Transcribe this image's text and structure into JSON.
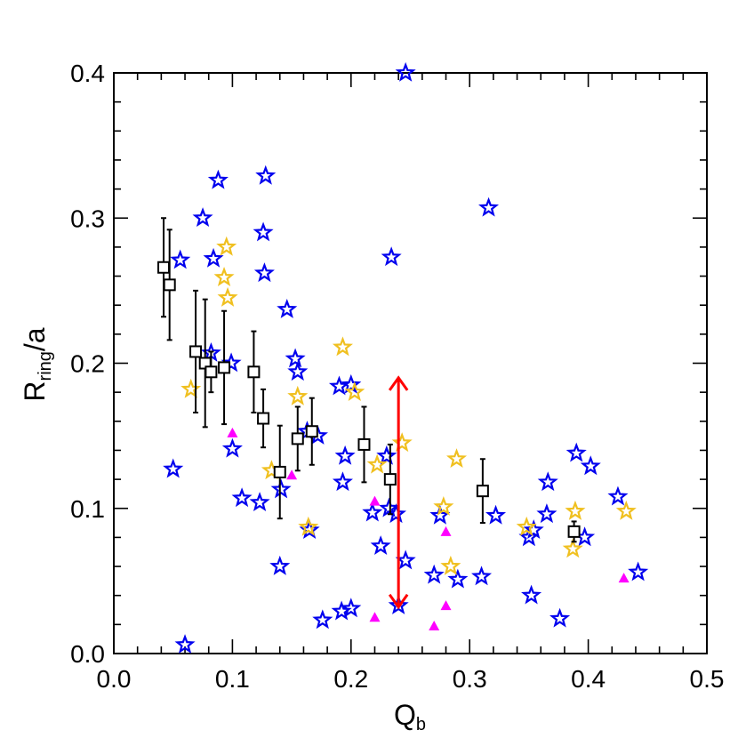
{
  "chart_data": {
    "type": "scatter",
    "title": "",
    "xlabel": {
      "main": "Q",
      "sub": "b"
    },
    "ylabel": {
      "main": "R",
      "sub": "ring",
      "tail": "/a"
    },
    "xlim": [
      0.0,
      0.5
    ],
    "ylim": [
      0.0,
      0.4
    ],
    "xticks": [
      "0.0",
      "0.1",
      "0.2",
      "0.3",
      "0.4",
      "0.5"
    ],
    "yticks": [
      "0.0",
      "0.1",
      "0.2",
      "0.3",
      "0.4"
    ],
    "grid": false,
    "colors": {
      "blue": "#0000ee",
      "gold": "#f0c020",
      "magenta": "#ff00ff",
      "red": "#ff0000",
      "black": "#000000"
    },
    "series": [
      {
        "marker": "open-star",
        "color": "#0000ee",
        "points": [
          [
            0.05,
            0.127
          ],
          [
            0.056,
            0.271
          ],
          [
            0.06,
            0.006
          ],
          [
            0.075,
            0.3
          ],
          [
            0.082,
            0.207
          ],
          [
            0.084,
            0.272
          ],
          [
            0.088,
            0.326
          ],
          [
            0.099,
            0.2
          ],
          [
            0.1,
            0.141
          ],
          [
            0.108,
            0.107
          ],
          [
            0.123,
            0.104
          ],
          [
            0.126,
            0.29
          ],
          [
            0.127,
            0.262
          ],
          [
            0.128,
            0.329
          ],
          [
            0.14,
            0.06
          ],
          [
            0.141,
            0.113
          ],
          [
            0.146,
            0.237
          ],
          [
            0.153,
            0.203
          ],
          [
            0.155,
            0.194
          ],
          [
            0.163,
            0.153
          ],
          [
            0.165,
            0.085
          ],
          [
            0.172,
            0.15
          ],
          [
            0.176,
            0.023
          ],
          [
            0.19,
            0.184
          ],
          [
            0.192,
            0.029
          ],
          [
            0.193,
            0.118
          ],
          [
            0.195,
            0.136
          ],
          [
            0.2,
            0.031
          ],
          [
            0.2,
            0.185
          ],
          [
            0.218,
            0.097
          ],
          [
            0.225,
            0.074
          ],
          [
            0.23,
            0.136
          ],
          [
            0.232,
            0.1
          ],
          [
            0.234,
            0.273
          ],
          [
            0.238,
            0.096
          ],
          [
            0.24,
            0.033
          ],
          [
            0.246,
            0.4
          ],
          [
            0.246,
            0.064
          ],
          [
            0.27,
            0.054
          ],
          [
            0.275,
            0.095
          ],
          [
            0.29,
            0.051
          ],
          [
            0.31,
            0.053
          ],
          [
            0.316,
            0.307
          ],
          [
            0.322,
            0.095
          ],
          [
            0.35,
            0.08
          ],
          [
            0.352,
            0.04
          ],
          [
            0.354,
            0.085
          ],
          [
            0.365,
            0.096
          ],
          [
            0.366,
            0.118
          ],
          [
            0.376,
            0.024
          ],
          [
            0.39,
            0.138
          ],
          [
            0.397,
            0.08
          ],
          [
            0.402,
            0.129
          ],
          [
            0.425,
            0.108
          ],
          [
            0.442,
            0.056
          ]
        ]
      },
      {
        "marker": "open-star",
        "color": "#f0c020",
        "points": [
          [
            0.065,
            0.182
          ],
          [
            0.093,
            0.259
          ],
          [
            0.095,
            0.28
          ],
          [
            0.096,
            0.245
          ],
          [
            0.133,
            0.126
          ],
          [
            0.155,
            0.177
          ],
          [
            0.164,
            0.087
          ],
          [
            0.193,
            0.211
          ],
          [
            0.203,
            0.18
          ],
          [
            0.222,
            0.13
          ],
          [
            0.243,
            0.145
          ],
          [
            0.278,
            0.101
          ],
          [
            0.284,
            0.06
          ],
          [
            0.289,
            0.134
          ],
          [
            0.348,
            0.087
          ],
          [
            0.387,
            0.072
          ],
          [
            0.389,
            0.098
          ],
          [
            0.432,
            0.098
          ]
        ]
      },
      {
        "marker": "filled-triangle",
        "color": "#ff00ff",
        "points": [
          [
            0.1,
            0.152
          ],
          [
            0.15,
            0.123
          ],
          [
            0.22,
            0.105
          ],
          [
            0.22,
            0.025
          ],
          [
            0.27,
            0.019
          ],
          [
            0.28,
            0.084
          ],
          [
            0.28,
            0.033
          ],
          [
            0.43,
            0.052
          ]
        ]
      },
      {
        "marker": "open-square-errorbar",
        "color": "#000000",
        "points": [
          [
            0.042,
            0.266,
            0.034
          ],
          [
            0.047,
            0.254,
            0.038
          ],
          [
            0.069,
            0.208,
            0.042
          ],
          [
            0.077,
            0.2,
            0.044
          ],
          [
            0.082,
            0.194,
            0.014
          ],
          [
            0.093,
            0.197,
            0.039
          ],
          [
            0.118,
            0.194,
            0.028
          ],
          [
            0.126,
            0.162,
            0.02
          ],
          [
            0.14,
            0.125,
            0.032
          ],
          [
            0.155,
            0.148,
            0.022
          ],
          [
            0.167,
            0.153,
            0.023
          ],
          [
            0.211,
            0.144,
            0.026
          ],
          [
            0.233,
            0.12,
            0.024
          ],
          [
            0.311,
            0.112,
            0.022
          ],
          [
            0.388,
            0.084,
            0.007
          ]
        ]
      }
    ],
    "arrow": {
      "x": 0.24,
      "y_from": 0.032,
      "y_to": 0.19,
      "color": "#ff0000"
    }
  }
}
